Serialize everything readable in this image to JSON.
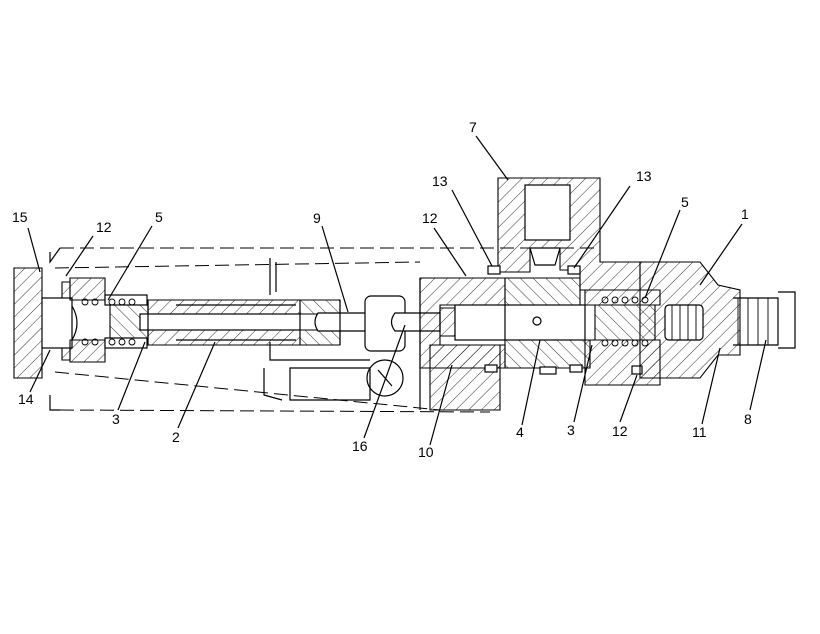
{
  "diagram": {
    "callouts": [
      {
        "id": "c15",
        "text": "15"
      },
      {
        "id": "c12a",
        "text": "12"
      },
      {
        "id": "c5a",
        "text": "5"
      },
      {
        "id": "c9",
        "text": "9"
      },
      {
        "id": "c13a",
        "text": "13"
      },
      {
        "id": "c12b",
        "text": "12"
      },
      {
        "id": "c7",
        "text": "7"
      },
      {
        "id": "c13b",
        "text": "13"
      },
      {
        "id": "c5b",
        "text": "5"
      },
      {
        "id": "c1",
        "text": "1"
      },
      {
        "id": "c14",
        "text": "14"
      },
      {
        "id": "c3a",
        "text": "3"
      },
      {
        "id": "c2",
        "text": "2"
      },
      {
        "id": "c16",
        "text": "16"
      },
      {
        "id": "c10",
        "text": "10"
      },
      {
        "id": "c4",
        "text": "4"
      },
      {
        "id": "c3b",
        "text": "3"
      },
      {
        "id": "c12c",
        "text": "12"
      },
      {
        "id": "c11",
        "text": "11"
      },
      {
        "id": "c8",
        "text": "8"
      }
    ]
  }
}
